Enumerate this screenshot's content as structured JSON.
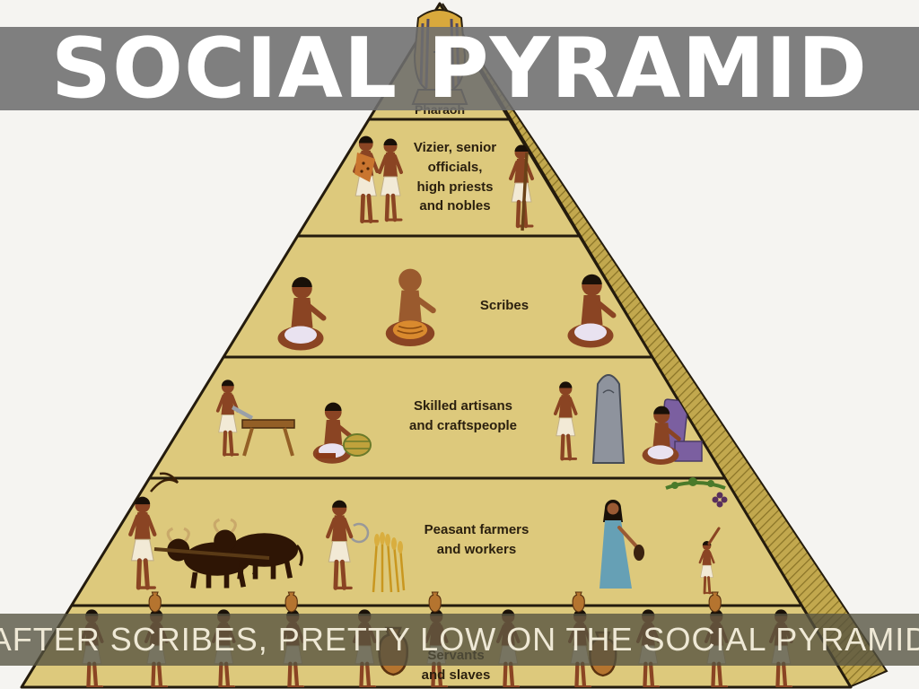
{
  "slide": {
    "title": "SOCIAL PYRAMID",
    "caption": "AFTER SCRIBES, PRETTY LOW ON THE SOCIAL PYRAMID"
  },
  "pyramid": {
    "levels": [
      {
        "label": "Pharaoh"
      },
      {
        "label": "Vizier, senior\nofficials,\nhigh priests\nand nobles"
      },
      {
        "label": "Scribes"
      },
      {
        "label": "Skilled artisans\nand craftspeople"
      },
      {
        "label": "Peasant farmers\nand workers"
      },
      {
        "label": "Servants\nand slaves"
      }
    ]
  },
  "colors": {
    "pyramid_fill": "#ddc97c",
    "pyramid_outline": "#241b0d",
    "shadow_face": "#c2a84e",
    "title_band": "#6e6e6e",
    "caption_band": "#545240",
    "title_text": "#ffffff",
    "caption_text": "#efe9d6",
    "figure_skin": "#8a4423"
  }
}
